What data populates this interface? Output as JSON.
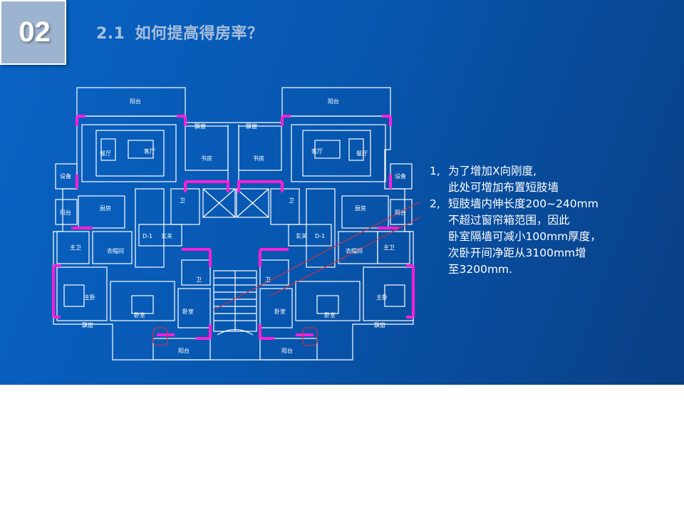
{
  "slide": {
    "badge": "02",
    "title_number": "2.1",
    "title_text": "如何提高得房率？"
  },
  "floor_plan": {
    "labels": {
      "balcony_top_left": "阳台",
      "balcony_top_right": "阳台",
      "balcony_bottom_left": "阳台",
      "balcony_bottom_right": "阳台",
      "bay_window_1": "飘窗",
      "bay_window_2": "飘窗",
      "bay_window_3": "飘窗",
      "bay_window_4": "飘窗",
      "study_left": "书房",
      "study_right": "书房",
      "living_left": "客厅",
      "living_right": "客厅",
      "dining_left": "餐厅",
      "dining_right": "餐厅",
      "equipment_left": "设备",
      "equipment_right": "设备",
      "small_balcony_left": "阳台",
      "small_balcony_right": "阳台",
      "kitchen_left": "厨房",
      "kitchen_right": "厨房",
      "wc_left": "卫",
      "wc_right": "卫",
      "wc2_left": "卫",
      "wc2_right": "卫",
      "master_bath_left": "主卫",
      "master_bath_right": "主卫",
      "cloakroom_left": "衣帽间",
      "cloakroom_right": "衣帽间",
      "foyer_left": "玄关",
      "foyer_right": "玄关",
      "door_left": "D-1",
      "door_right": "D-1",
      "master_bed_left": "主卧",
      "master_bed_right": "主卧",
      "bedroom_left": "卧室",
      "bedroom_right": "卧室",
      "bedroom2_left": "卧室",
      "bedroom2_right": "卧室"
    }
  },
  "notes": [
    {
      "number": "1,",
      "lines": [
        "为了增加X向刚度,",
        "此处可增加布置短肢墙"
      ]
    },
    {
      "number": "2,",
      "lines": [
        "短肢墙内伸长度200~240mm",
        "不超过窗帘箱范围，因此",
        "卧室隔墙可减小100mm厚度，",
        "次卧开间净距从3100mm增",
        "至3200mm."
      ]
    }
  ],
  "colors": {
    "background_start": "#0a63c4",
    "background_end": "#0a3f84",
    "badge_fill": "#9db4d0",
    "wall_highlight": "#ff1fd6",
    "plan_lines": "#ffffff",
    "annotation_lines": "#c8324a"
  }
}
